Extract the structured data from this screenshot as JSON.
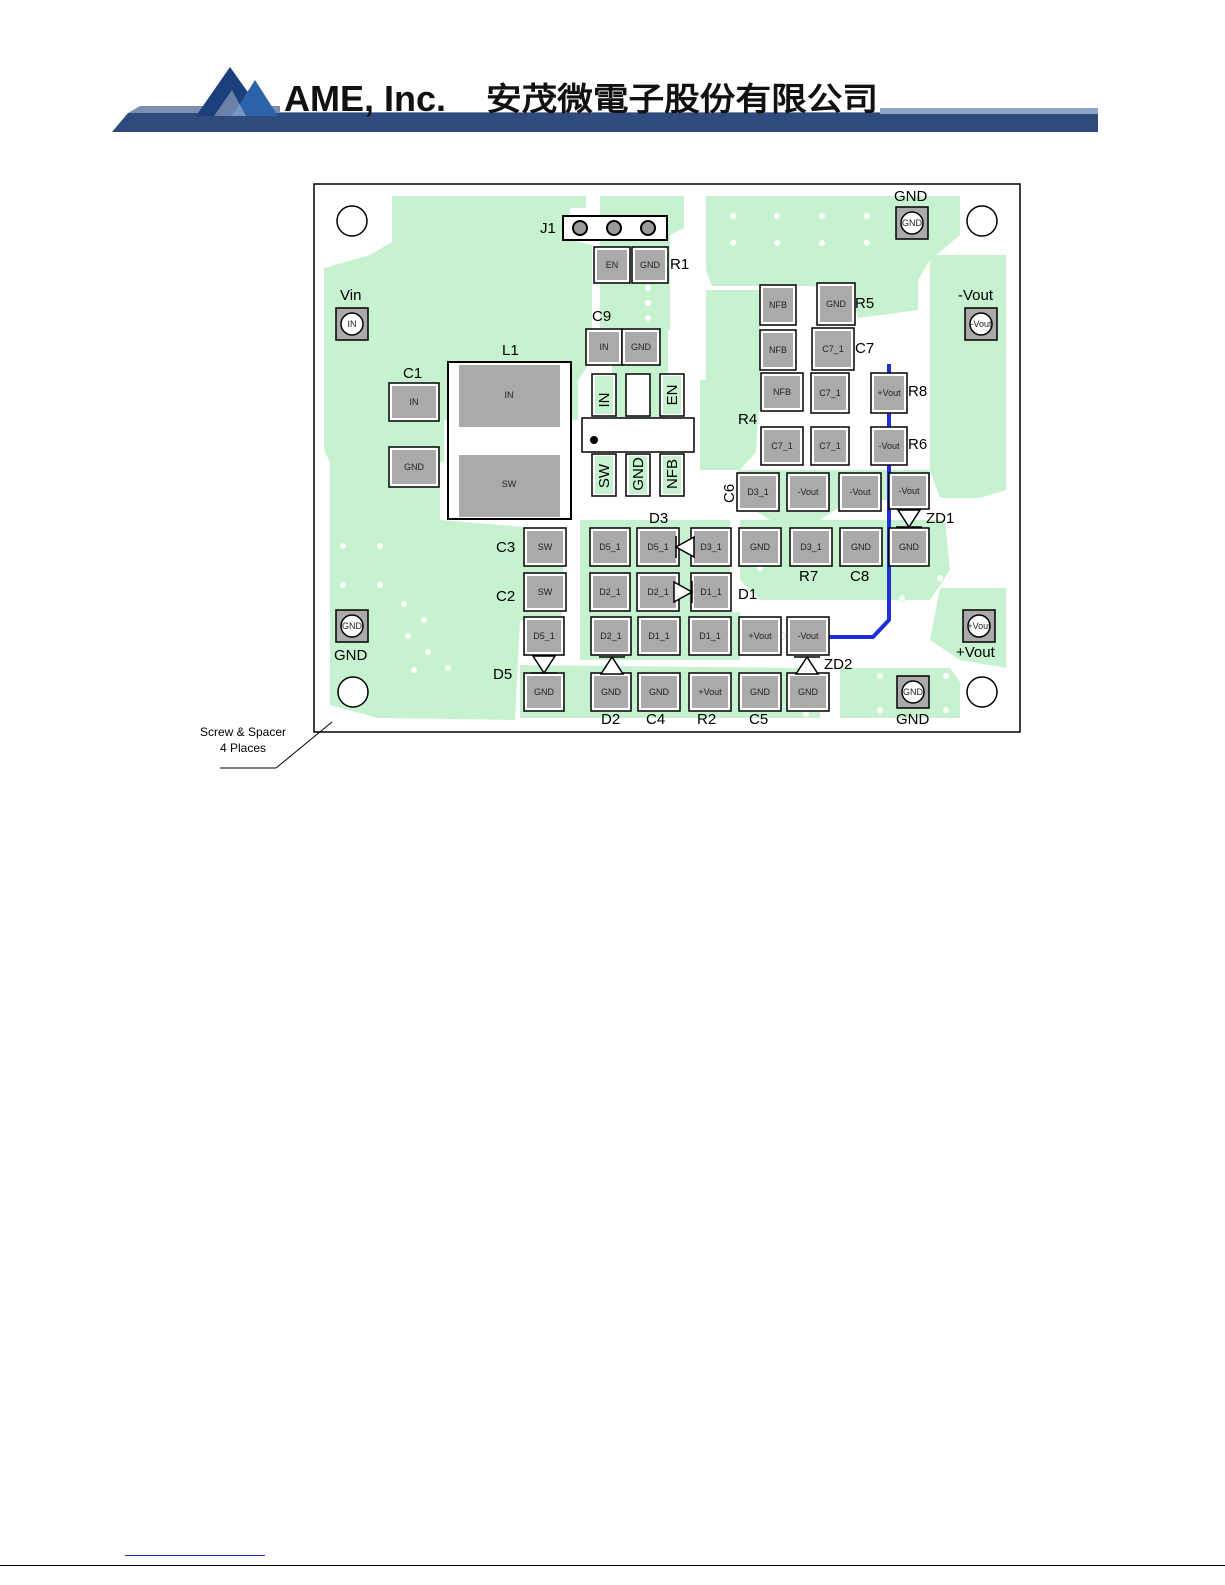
{
  "header": {
    "company": "AME, Inc.",
    "company_cn": "安茂微電子股份有限公司"
  },
  "colors": {
    "copper": "#c6f2cf",
    "pad": "#aaaaaa",
    "trace": "#1f2ed8",
    "banner": "#2f4a7c"
  },
  "board": {
    "note_line1": "Screw & Spacer",
    "note_line2": "4 Places",
    "references": {
      "J1": "J1",
      "R1": "R1",
      "C9": "C9",
      "L1": "L1",
      "C1": "C1",
      "R5": "R5",
      "C7": "C7",
      "R8": "R8",
      "R4": "R4",
      "R6": "R6",
      "C6": "C6",
      "D3": "D3",
      "ZD1": "ZD1",
      "C3": "C3",
      "R7": "R7",
      "C8": "C8",
      "C2": "C2",
      "D1": "D1",
      "D5": "D5",
      "ZD2": "ZD2",
      "D2": "D2",
      "C4": "C4",
      "R2": "R2",
      "C5": "C5"
    },
    "terminals": {
      "vin": "Vin",
      "vin_pad": "IN",
      "gnd_top": "GND",
      "gnd_top_pad": "GND",
      "neg_vout": "-Vout",
      "neg_vout_pad": "-Vout",
      "gnd_left": "GND",
      "gnd_left_pad": "GND",
      "pos_vout": "+Vout",
      "pos_vout_pad": "+Vout",
      "gnd_bottom": "GND",
      "gnd_bottom_pad": "GND"
    },
    "pads": {
      "r1_en": "EN",
      "r1_gnd": "GND",
      "c9_in": "IN",
      "c9_gnd": "GND",
      "c1_in": "IN",
      "c1_gnd": "GND",
      "l1_in": "IN",
      "l1_sw": "SW",
      "u_in": "IN",
      "u_en": "EN",
      "u_sw": "SW",
      "u_gnd": "GND",
      "u_nfb": "NFB",
      "r5_nfb": "NFB",
      "r5_gnd": "GND",
      "c7_nfb": "NFB",
      "c7_c71": "C7_1",
      "r4_nfb": "NFB",
      "r4_c71": "C7_1",
      "r8_vout": "+Vout",
      "r4b_c71": "C7_1",
      "r4b_c71b": "C7_1",
      "r6_vout": "-Vout",
      "c6_d31": "D3_1",
      "c6_vout": "-Vout",
      "c6_vout2": "-Vout",
      "zd1_vout": "-Vout",
      "c3_sw": "SW",
      "d3_d51a": "D5_1",
      "d3_d51b": "D5_1",
      "d3_d31": "D3_1",
      "r7_gnd": "GND",
      "r7_d31": "D3_1",
      "c8_gnd": "GND",
      "zd1_gnd": "GND",
      "c2_sw": "SW",
      "d1_d21a": "D2_1",
      "d1_d21b": "D2_1",
      "d1_d11": "D1_1",
      "d5_d51": "D5_1",
      "d2_d21": "D2_1",
      "c4_d11": "D1_1",
      "r2_d11": "D1_1",
      "c5_vout": "+Vout",
      "zd2_vout": "-Vout",
      "d5_gnd": "GND",
      "d2_gnd": "GND",
      "c4_gnd": "GND",
      "r2_vout": "+Vout",
      "c5_gnd": "GND",
      "zd2_gnd": "GND"
    }
  }
}
